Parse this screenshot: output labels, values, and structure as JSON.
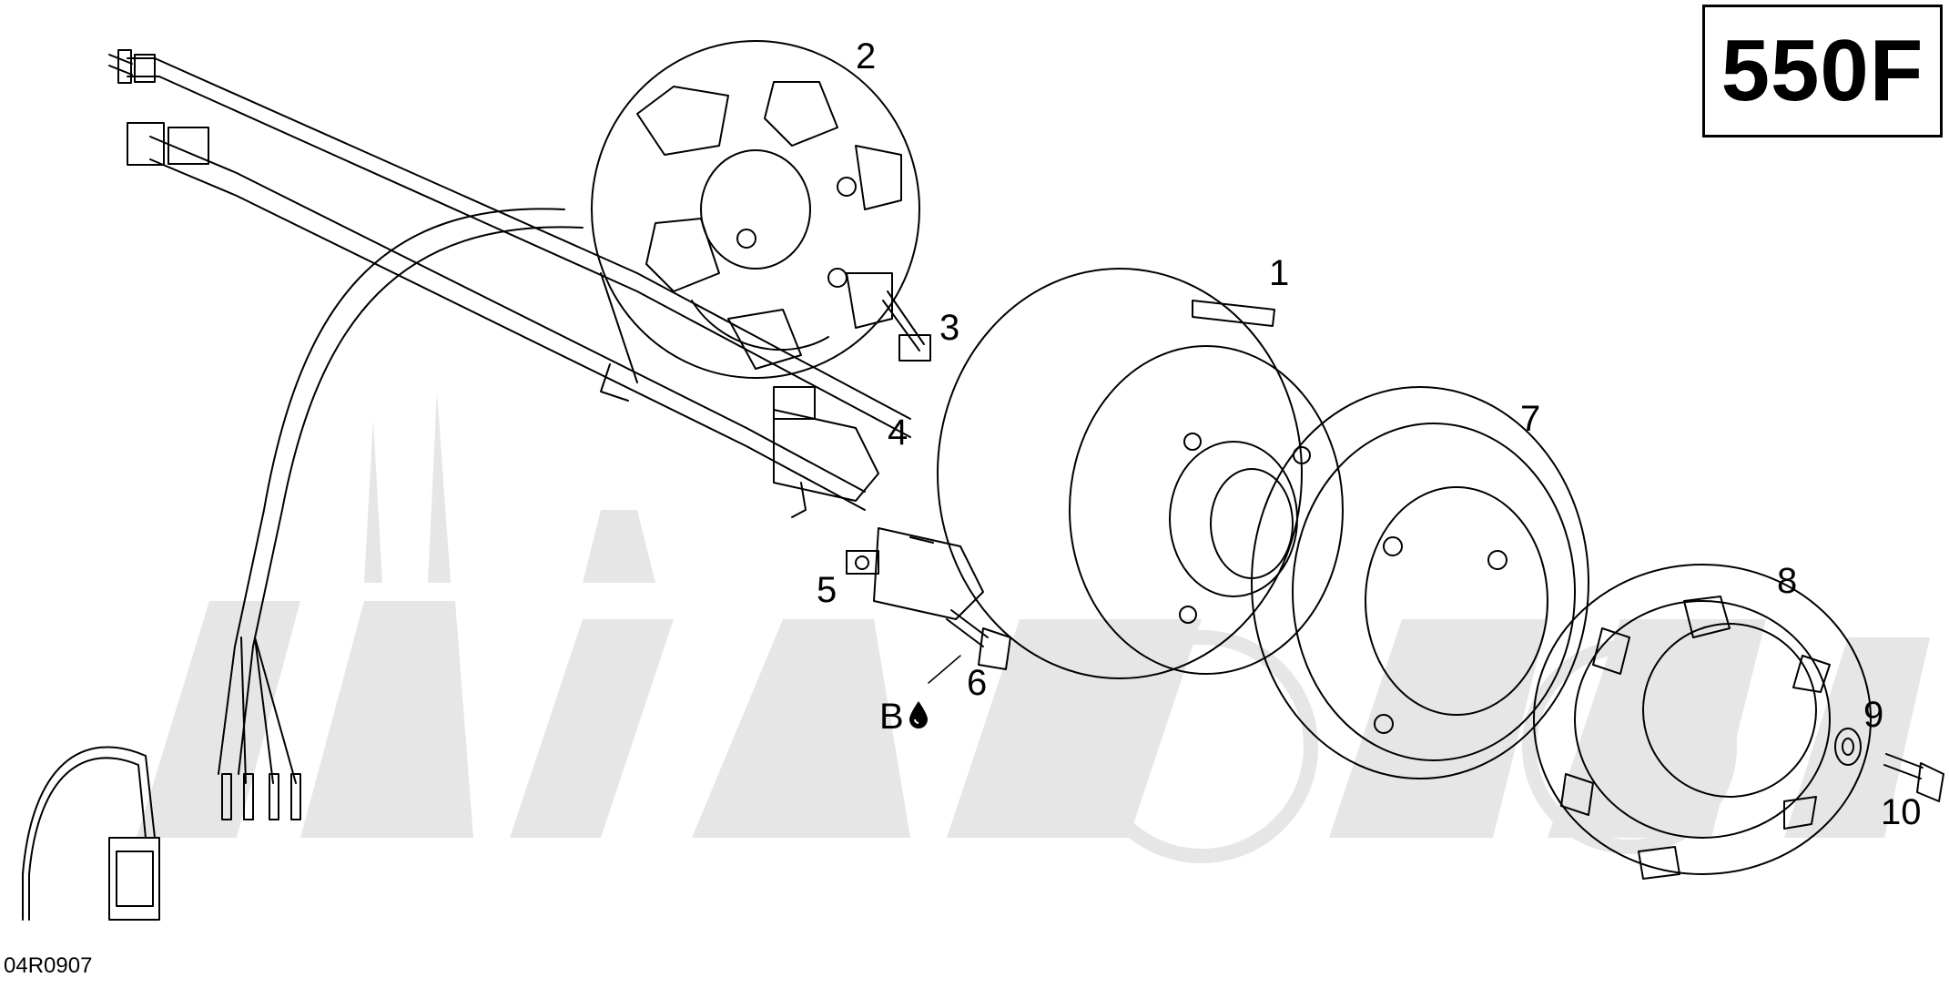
{
  "model": "550F",
  "drawing_code": "04R0907",
  "callouts": {
    "c1": "1",
    "c2": "2",
    "c3": "3",
    "c4": "4",
    "c5": "5",
    "c6": "6",
    "c7": "7",
    "c8": "8",
    "c9": "9",
    "c10": "10"
  },
  "lube_letter": "B",
  "icons": [
    "drop-icon"
  ],
  "colors": {
    "line": "#000000",
    "watermark": "#e6e6e6",
    "background": "#ffffff"
  }
}
